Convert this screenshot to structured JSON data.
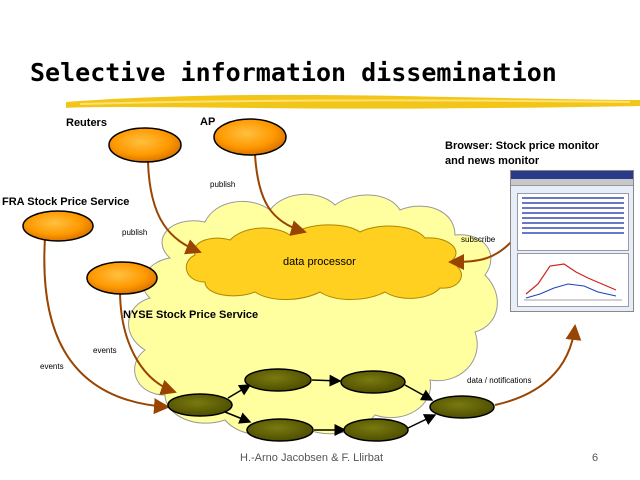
{
  "title": "Selective information dissemination",
  "nodes": {
    "reuters": "Reuters",
    "ap": "AP",
    "fra": "FRA Stock Price Service",
    "nyse": "NYSE Stock Price Service",
    "browser_line1": "Browser: Stock price monitor",
    "browser_line2": "and news monitor",
    "processor": "data processor"
  },
  "edges": {
    "publish_ap": "publish",
    "publish_fra": "publish",
    "subscribe": "subscribe",
    "events_nyse": "events",
    "events_fra": "events",
    "notifications": "data / notifications"
  },
  "footer": {
    "authors": "H.-Arno Jacobsen & F. Llirbat",
    "page": "6"
  },
  "colors": {
    "cloud": "#ffffa0",
    "processor": "#ffd020",
    "source_node": "#ff9900",
    "broker_node": "#666600",
    "arrow": "#994400",
    "underline": "#f0c000"
  }
}
